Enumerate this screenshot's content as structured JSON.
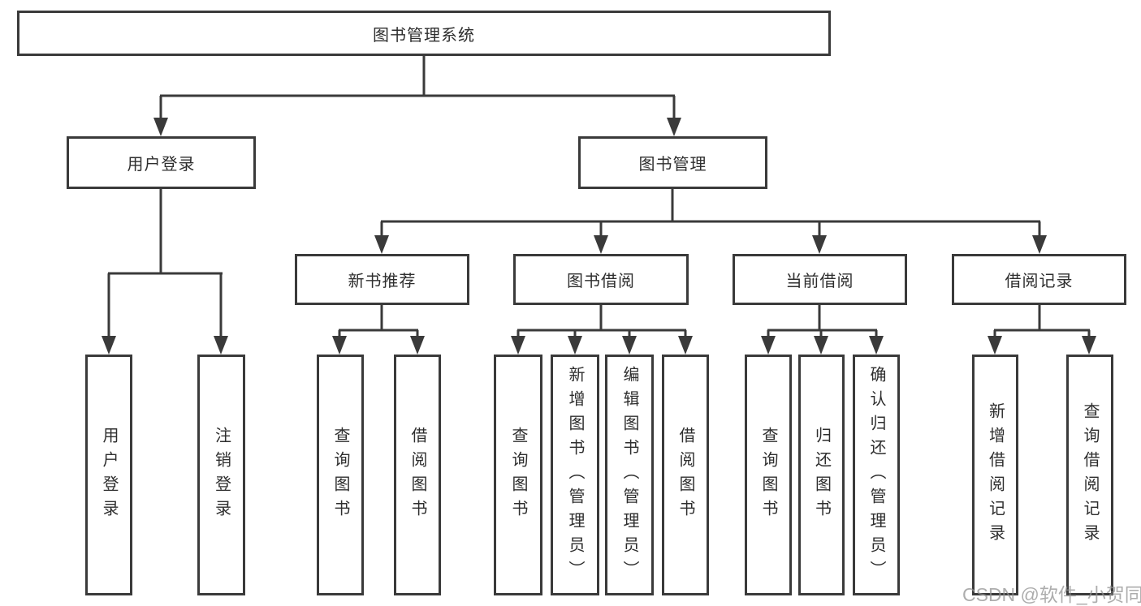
{
  "diagram": {
    "root": "图书管理系统",
    "level2": {
      "user_login": "用户登录",
      "book_mgmt": "图书管理"
    },
    "level3": {
      "new_book": "新书推荐",
      "book_borrow": "图书借阅",
      "current_borrow": "当前借阅",
      "borrow_records": "借阅记录"
    },
    "leaves": {
      "ul_login": "用户登录",
      "ul_logout": "注销登录",
      "nb_query": "查询图书",
      "nb_borrow": "借阅图书",
      "bb_query": "查询图书",
      "bb_add": "新增图书（管理员）",
      "bb_edit": "编辑图书（管理员）",
      "bb_borrow": "借阅图书",
      "cb_query": "查询图书",
      "cb_return": "归还图书",
      "cb_confirm": "确认归还（管理员）",
      "br_add": "新增借阅记录",
      "br_query": "查询借阅记录"
    }
  },
  "watermark": "CSDN @软件_小贺同学",
  "colors": {
    "line": "#3a3a3a",
    "text": "#2e2e2e",
    "background": "#ffffff",
    "watermark": "#919191"
  }
}
